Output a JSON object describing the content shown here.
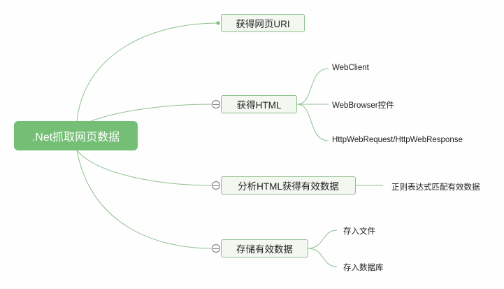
{
  "root": {
    "label": ".Net抓取网页数据"
  },
  "branches": [
    {
      "label": "获得网页URI"
    },
    {
      "label": "获得HTML",
      "children": [
        "WebClient",
        "WebBrowser控件",
        "HttpWebRequest/HttpWebResponse"
      ]
    },
    {
      "label": "分析HTML获得有效数据",
      "children": [
        "正则表达式匹配有效数据"
      ]
    },
    {
      "label": "存储有效数据",
      "children": [
        "存入文件",
        "存入数据库"
      ]
    }
  ],
  "colors": {
    "root": "#74bf75",
    "line": "#8fc08f",
    "node_bg": "#f2f7f0"
  }
}
